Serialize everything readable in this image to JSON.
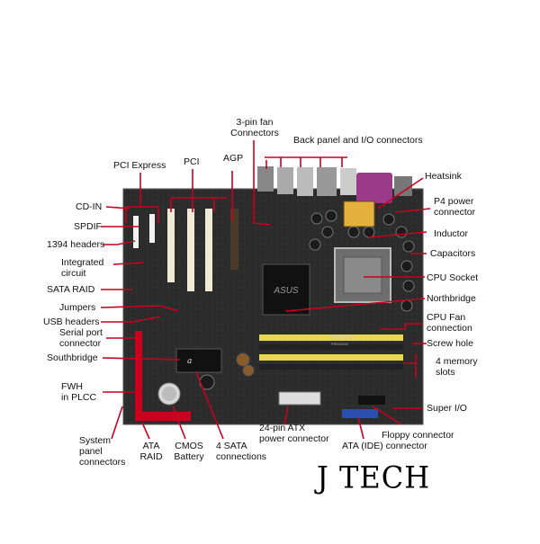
{
  "labels": {
    "fan_connectors": [
      "3-pin fan",
      "Connectors"
    ],
    "back_panel": "Back panel and I/O connectors",
    "pci_express": "PCI Express",
    "pci": "PCI",
    "agp": "AGP",
    "heatsink": "Heatsink",
    "cd_in": "CD-IN",
    "p4_power": [
      "P4 power",
      "connector"
    ],
    "spdif": "SPDIF",
    "inductor": "Inductor",
    "headers_1394": "1394 headers",
    "capacitors": "Capacitors",
    "integrated_circuit": [
      "Integrated",
      "circuit"
    ],
    "cpu_socket": "CPU Socket",
    "sata_raid": "SATA RAID",
    "northbridge": "Northbridge",
    "jumpers": "Jumpers",
    "cpu_fan": [
      "CPU Fan",
      "connection"
    ],
    "usb_headers": "USB headers",
    "serial_port": [
      "Serial port",
      "connector"
    ],
    "screw_hole": "Screw hole",
    "southbridge": "Southbridge",
    "memory_slots": [
      "4 memory",
      "slots"
    ],
    "fwh": [
      "FWH",
      "in PLCC"
    ],
    "super_io": "Super I/O",
    "atx_power": [
      "24-pin ATX",
      "power connector"
    ],
    "floppy": "Floppy  connector",
    "system_panel": [
      "System",
      "panel",
      "connectors"
    ],
    "ata_raid": [
      "ATA",
      "RAID"
    ],
    "cmos": [
      "CMOS",
      "Battery"
    ],
    "sata_connections": [
      "4 SATA",
      "connections"
    ],
    "ata_ide": "ATA (IDE) connector"
  },
  "board_silkscreen": {
    "vendor_logo": "ASUS",
    "model": "P5AD2-E",
    "edition": "PREMIUM"
  },
  "brand": "J TECH",
  "colors": {
    "leader_line": "#c8001e",
    "board": "#2b2b2b",
    "memory_slot_yellow": "#e8d84a",
    "ide_blue": "#2a4fb0",
    "heatsink": "#1a1a1a",
    "parallel_port": "#9a3a88"
  }
}
